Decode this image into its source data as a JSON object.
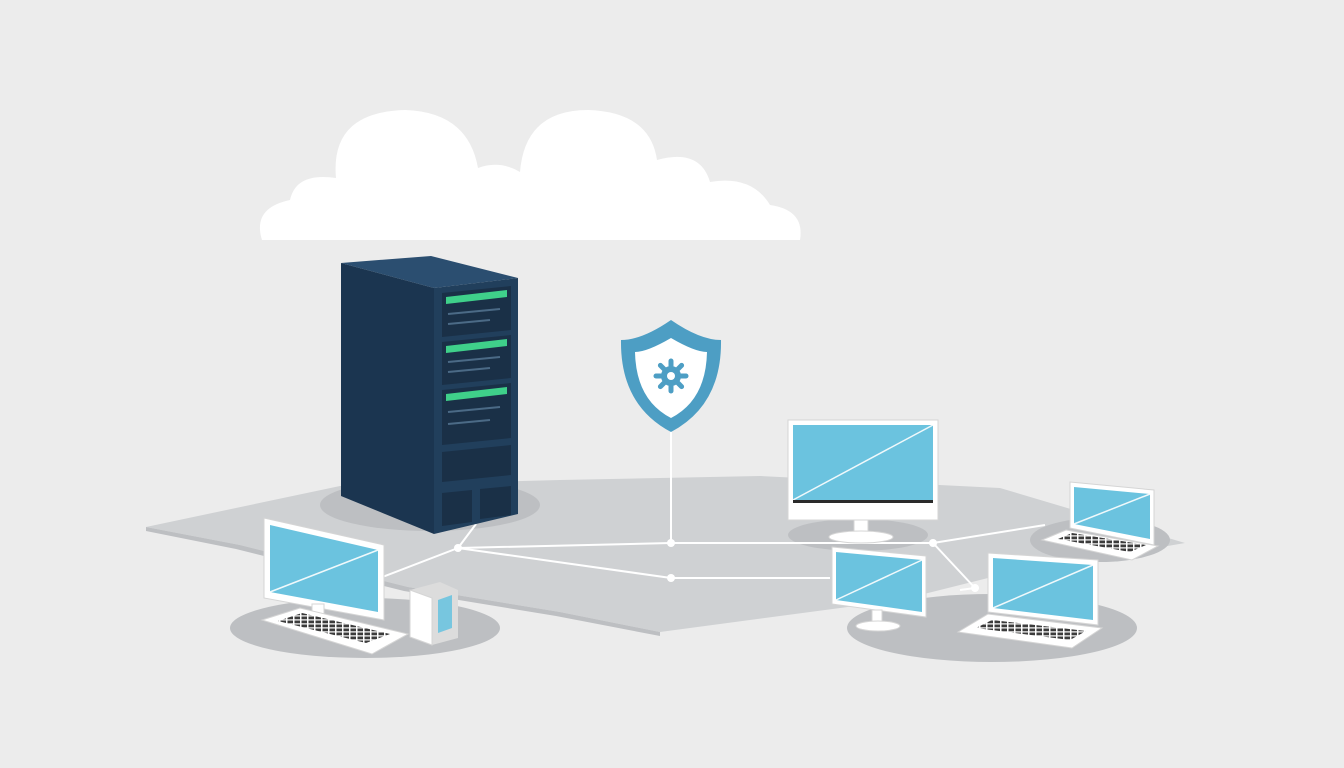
{
  "diagram": {
    "theme": "network security illustration",
    "colors": {
      "background": "#ececec",
      "floor": "#cfd1d3",
      "floor_shadow": "#bdbfc2",
      "link": "#ffffff",
      "server_front": "#213f5c",
      "server_side": "#1b3550",
      "server_top": "#2b4e70",
      "led_green": "#3fd08a",
      "screen_fill": "#6bc3df",
      "screen_frame": "#ffffff",
      "shield": "#4d9ec4",
      "cloud": "#ffffff"
    },
    "nodes": [
      {
        "id": "cloud",
        "icon": "cloud-icon"
      },
      {
        "id": "server",
        "icon": "server-rack-icon"
      },
      {
        "id": "shield",
        "icon": "shield-gear-icon"
      },
      {
        "id": "desktop-left",
        "icon": "desktop-monitor-icon"
      },
      {
        "id": "router",
        "icon": "router-box-icon"
      },
      {
        "id": "monitor-top-right",
        "icon": "monitor-icon"
      },
      {
        "id": "laptop-far-right",
        "icon": "laptop-icon"
      },
      {
        "id": "monitor-small",
        "icon": "monitor-icon"
      },
      {
        "id": "laptop-right",
        "icon": "laptop-icon"
      }
    ],
    "connections": [
      [
        "server",
        "hub"
      ],
      [
        "shield",
        "hub"
      ],
      [
        "hub",
        "desktop-left"
      ],
      [
        "hub",
        "monitor-top-right"
      ],
      [
        "hub",
        "monitor-small"
      ],
      [
        "monitor-small",
        "laptop-right"
      ],
      [
        "laptop-right",
        "laptop-far-right"
      ]
    ]
  }
}
